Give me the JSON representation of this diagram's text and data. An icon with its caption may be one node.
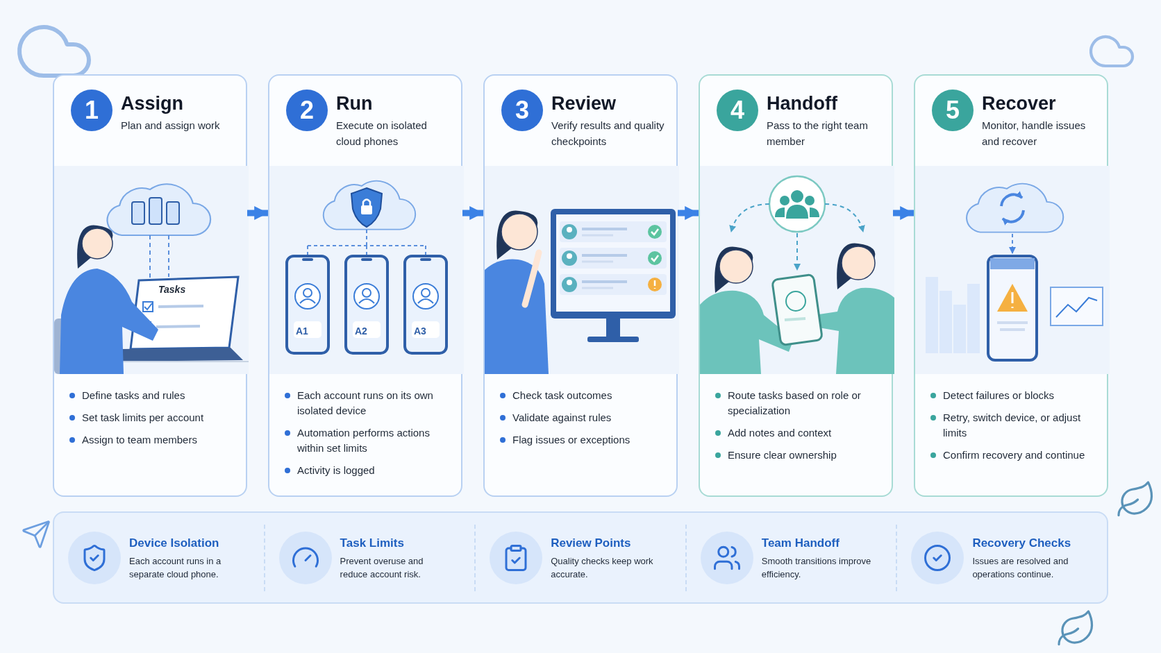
{
  "diagram": {
    "nodes": [
      {
        "text": [
          "1",
          "Assign",
          "Plan and assign work",
          "Define tasks and rules",
          "Set task limits per account",
          "Assign to team members"
        ]
      },
      {
        "text": [
          "2",
          "Run",
          "Execute on isolated cloud phones",
          "Each account runs on its own isolated device",
          "Automation performs actions within set limits",
          "Activity is logged"
        ]
      },
      {
        "text": [
          "3",
          "Review",
          "Verify results and quality checkpoints",
          "Check task outcomes",
          "Validate against rules",
          "Flag issues or exceptions"
        ]
      },
      {
        "text": [
          "4",
          "Handoff",
          "Pass to the right team member",
          "Route tasks based on role or specialization",
          "Add notes and context",
          "Ensure clear ownership"
        ]
      },
      {
        "text": [
          "5",
          "Recover",
          "Monitor, handle issues and recover",
          "Detect failures or blocks",
          "Retry, switch device, or adjust limits",
          "Confirm recovery and continue"
        ]
      },
      {
        "text": [],
        "shape": "box"
      },
      {
        "text": [
          "Device Isolation",
          "Each account runs in a separate cloud phone."
        ],
        "in": 5
      },
      {
        "text": [
          "Task Limits",
          "Prevent overuse and reduce account risk."
        ],
        "in": 5
      },
      {
        "text": [
          "Review Points",
          "Quality checks keep work accurate."
        ],
        "in": 5
      },
      {
        "text": [
          "Team Handoff",
          "Smooth transitions improve efficiency."
        ],
        "in": 5
      },
      {
        "text": [
          "Recovery Checks",
          "Issues are resolved and operations continue."
        ],
        "in": 5
      }
    ],
    "edges": [
      {
        "from": 0,
        "to": 1,
        "arrow": "to"
      },
      {
        "from": 1,
        "to": 2,
        "arrow": "to"
      },
      {
        "from": 2,
        "to": 3,
        "arrow": "to"
      },
      {
        "from": 3,
        "to": 4,
        "arrow": "to"
      }
    ],
    "labels": [
      "Tasks",
      "A1",
      "A2",
      "A3"
    ]
  }
}
